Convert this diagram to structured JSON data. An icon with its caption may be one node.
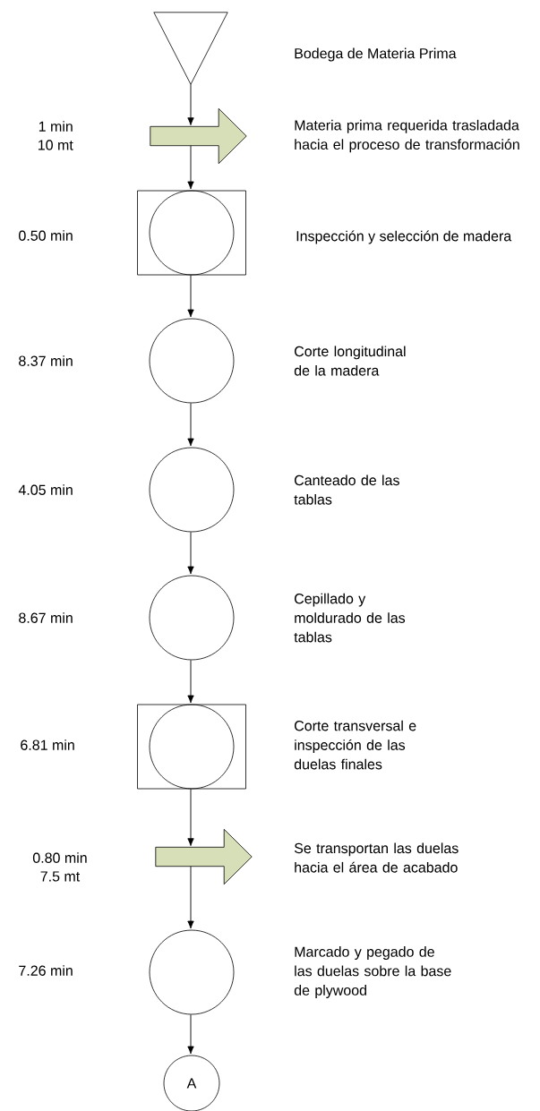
{
  "diagram": {
    "nodes": [
      {
        "text": [],
        "shape": "triangle"
      },
      {
        "text": [],
        "shape": "arrow"
      },
      {
        "text": [],
        "shape": "box"
      },
      {
        "text": [],
        "shape": "circle"
      },
      {
        "text": [],
        "shape": "circle"
      },
      {
        "text": [],
        "shape": "circle"
      },
      {
        "text": [],
        "shape": "box"
      },
      {
        "text": [],
        "shape": "arrow"
      },
      {
        "text": [],
        "shape": "circle"
      },
      {
        "text": [
          "A"
        ]
      }
    ],
    "edges": [
      {
        "from": 0,
        "to": 1,
        "arrow": "to"
      },
      {
        "from": 1,
        "to": 2,
        "arrow": "to"
      },
      {
        "from": 2,
        "to": 3,
        "arrow": "to"
      },
      {
        "from": 3,
        "to": 4,
        "arrow": "to"
      },
      {
        "from": 4,
        "to": 5,
        "arrow": "to"
      },
      {
        "from": 5,
        "to": 6,
        "arrow": "to"
      },
      {
        "from": 6,
        "to": 7,
        "arrow": "to"
      },
      {
        "from": 7,
        "to": 8,
        "arrow": "to"
      },
      {
        "from": 8,
        "to": 9,
        "arrow": "to"
      }
    ],
    "labels": [
      "Bodega de Materia Prima",
      "1 min",
      "10 mt",
      "Materia prima requerida trasladada hacia el proceso de transformación",
      "0.50 min",
      "Inspección y selección de madera",
      "8.37 min",
      "Corte longitudinal de la madera",
      "4.05 min",
      "Canteado de las tablas",
      "8.67 min",
      "Cepillado y moldurado de las tablas",
      "6.81 min",
      "Corte transversal e inspección de las duelas finales",
      "0.80 min",
      "7.5 mt",
      "Se transportan las duelas hacia el área de acabado",
      "7.26 min",
      "Marcado y pegado de las duelas sobre la base de plywood"
    ]
  }
}
